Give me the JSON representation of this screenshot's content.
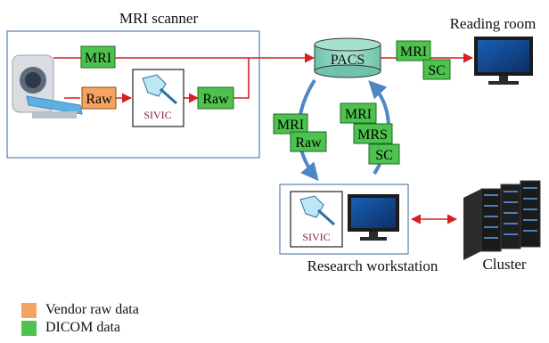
{
  "labels": {
    "mri_scanner": "MRI scanner",
    "reading_room": "Reading room",
    "pacs": "PACS",
    "research_workstation": "Research workstation",
    "cluster": "Cluster",
    "sivic": "SIVIC"
  },
  "tags": {
    "scanner_mri": "MRI",
    "scanner_raw_vendor": "Raw",
    "scanner_raw_dicom": "Raw",
    "reading_mri": "MRI",
    "reading_sc": "SC",
    "down_mri": "MRI",
    "down_raw": "Raw",
    "up_mri": "MRI",
    "up_mrs": "MRS",
    "up_sc": "SC"
  },
  "legend": [
    {
      "label": "Vendor raw data",
      "color": "#f4a460"
    },
    {
      "label": "DICOM data",
      "color": "#4ec24e"
    }
  ],
  "colors": {
    "dicom": "#4ec24e",
    "vendor_raw": "#f4a460",
    "box_border": "#5b7fb5",
    "red_line": "#d42020",
    "blue_arrow": "#4f86c6",
    "pacs_fill": "#8fd3bf"
  }
}
